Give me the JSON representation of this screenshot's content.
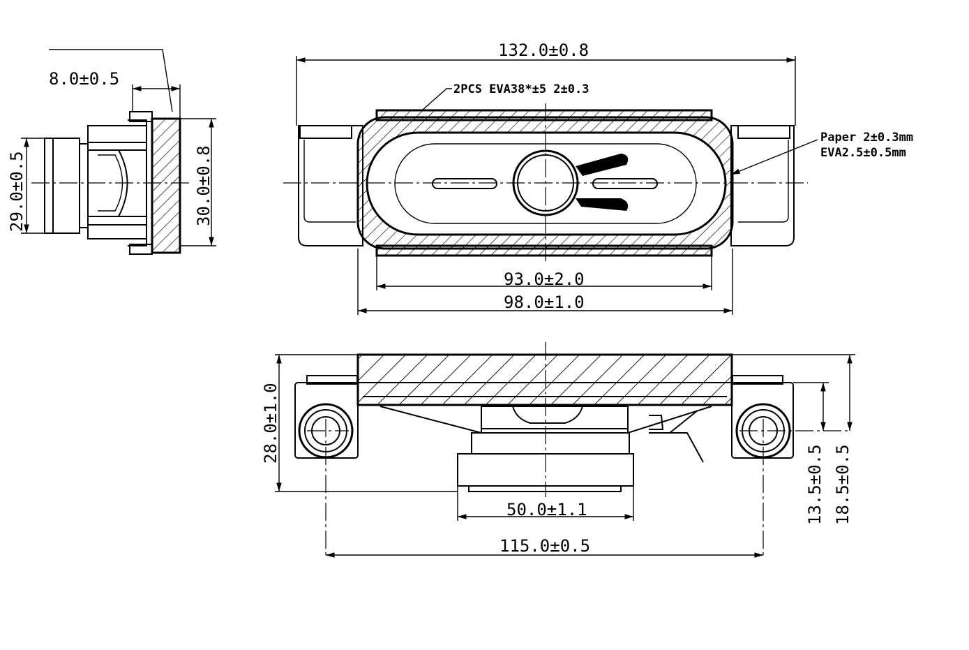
{
  "side_view": {
    "dim_depth": "8.0±0.5",
    "dim_magnet_height": "29.0±0.5",
    "dim_frame_height": "30.0±0.8"
  },
  "top_view": {
    "dim_overall_length": "132.0±0.8",
    "note_eva_gasket": "2PCS EVA38*±5  2±0.3",
    "note_paper": "Paper 2±0.3mm",
    "note_eva": "EVA2.5±0.5mm",
    "dim_inner_length": "93.0±2.0",
    "dim_frame_length": "98.0±1.0"
  },
  "front_view": {
    "dim_total_height": "28.0±1.0",
    "dim_magnet_diameter": "50.0±1.1",
    "dim_hole_pitch": "115.0±0.5",
    "dim_hole_height": "13.5±0.5",
    "dim_bracket_height": "18.5±0.5"
  }
}
